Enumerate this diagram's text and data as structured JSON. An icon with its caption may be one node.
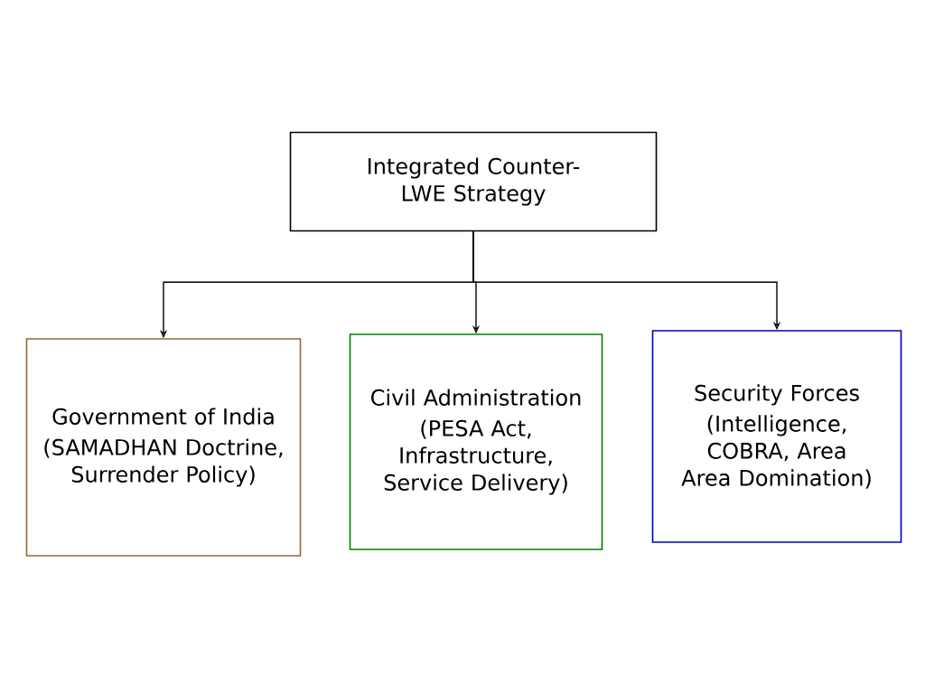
{
  "diagram": {
    "nodes": [
      {
        "text": [
          "Integrated Counter-LWE Strategy"
        ]
      },
      {
        "text": [
          "Government of India",
          "(SAMADHAN Doctrine, Surrender Policy)"
        ]
      },
      {
        "text": [
          "Civil Administration",
          "(PESA Act, Infrastructure, Service Delivery)"
        ]
      },
      {
        "text": [
          "Security Forces",
          "(Intelligence, COBRA, Area Area Domination)"
        ]
      }
    ],
    "edges": [
      {
        "from": 0,
        "to": 1,
        "arrow": "to"
      },
      {
        "from": 0,
        "to": 2,
        "arrow": "to"
      },
      {
        "from": 0,
        "to": 3,
        "arrow": "to"
      }
    ]
  }
}
